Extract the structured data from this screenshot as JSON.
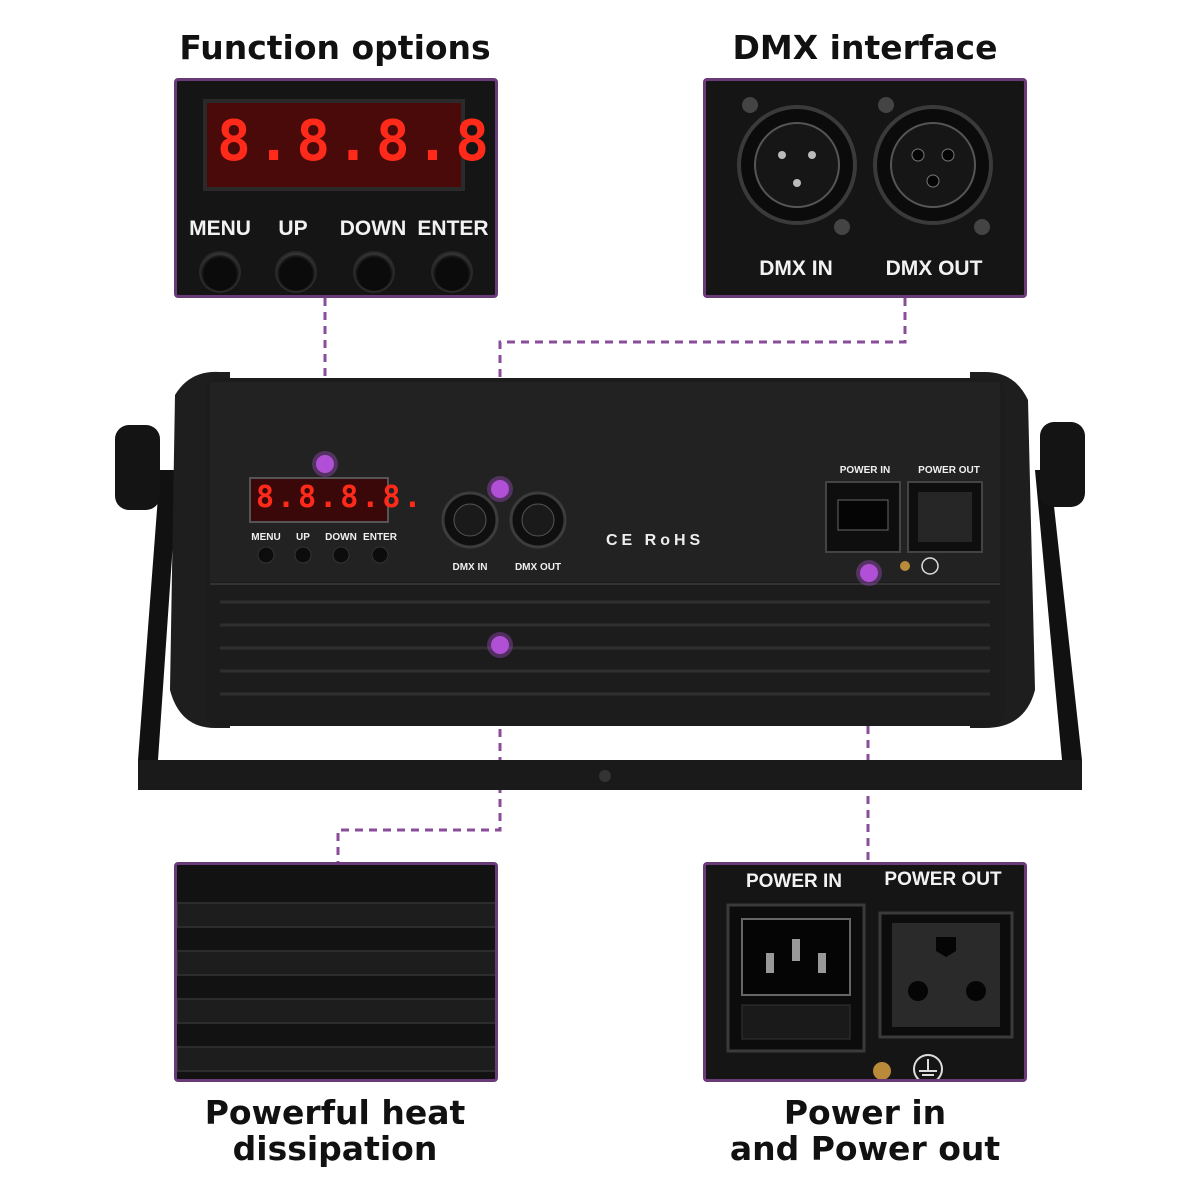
{
  "captions": {
    "function": "Function options",
    "dmx": "DMX interface",
    "heat_line1": "Powerful heat",
    "heat_line2": "dissipation",
    "power_line1": "Power in",
    "power_line2": "and Power out"
  },
  "function_panel": {
    "display": "8.8.8.8.",
    "buttons": [
      "MENU",
      "UP",
      "DOWN",
      "ENTER"
    ]
  },
  "dmx_panel": {
    "in_label": "DMX IN",
    "out_label": "DMX OUT"
  },
  "device": {
    "display": "8.8.8.8.",
    "buttons": [
      "MENU",
      "UP",
      "DOWN",
      "ENTER"
    ],
    "dmx_in": "DMX IN",
    "dmx_out": "DMX OUT",
    "power_in": "POWER IN",
    "power_out": "POWER OUT",
    "cert_marks": "CE RoHS"
  },
  "power_panel": {
    "in_label": "POWER IN",
    "out_label": "POWER OUT"
  },
  "colors": {
    "accent": "#b14fd6",
    "frame": "#6b3a78",
    "display_red": "#ff2a1a"
  }
}
